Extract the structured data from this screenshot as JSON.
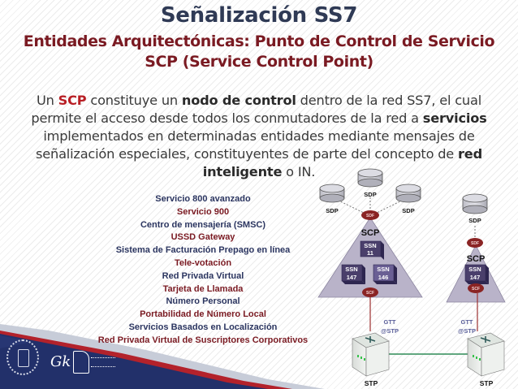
{
  "header": {
    "title": "Señalización SS7",
    "subtitle_line1": "Entidades Arquitectónicas: Punto de Control de Servicio",
    "subtitle_line2": "SCP (Service Control Point)"
  },
  "paragraph": {
    "p1": "Un ",
    "scp": "SCP",
    "p2": " constituye un ",
    "nodo": "nodo de control",
    "p3": " dentro de la red SS7, el cual permite el acceso desde todos los conmutadores de la red a ",
    "servicios": "servicios",
    "p4": " implementados en determinadas entidades mediante mensajes de señalización especiales, constituyentes de parte del concepto de ",
    "red_inteligente": "red inteligente",
    "p5": " o IN."
  },
  "services": [
    {
      "label": "Servicio 800 avanzado",
      "color": "blue"
    },
    {
      "label": "Servicio 900",
      "color": "red"
    },
    {
      "label": "Centro de mensajería (SMSC)",
      "color": "blue"
    },
    {
      "label": "USSD Gateway",
      "color": "red"
    },
    {
      "label": "Sistema de Facturación Prepago en línea",
      "color": "blue"
    },
    {
      "label": "Tele-votación",
      "color": "red"
    },
    {
      "label": "Red Privada Virtual",
      "color": "blue"
    },
    {
      "label": "Tarjeta de Llamada",
      "color": "red"
    },
    {
      "label": "Número Personal",
      "color": "blue"
    },
    {
      "label": "Portabilidad de Número Local",
      "color": "red"
    },
    {
      "label": "Servicios Basados en Localización",
      "color": "blue"
    },
    {
      "label": "Red Privada Virtual de Suscriptores Corporativos",
      "color": "red"
    }
  ],
  "diagram": {
    "left_cluster": {
      "sdp_left": "SDP",
      "sdp_top": "SDP",
      "sdp_right": "SDP",
      "sdf_badge": "SDF",
      "scp_label": "SCP",
      "ssn_top": {
        "line1": "SSN",
        "line2": "11"
      },
      "ssn_left": {
        "line1": "SSN",
        "line2": "147"
      },
      "ssn_right": {
        "line1": "SSN",
        "line2": "146"
      },
      "scf_badge": "SCF",
      "gtt_line1": "GTT",
      "gtt_line2": "@STP",
      "stp_label": "STP"
    },
    "right_cluster": {
      "sdp": "SDP",
      "sdf_badge": "SDF",
      "scp_label": "SCP",
      "ssn": {
        "line1": "SSN",
        "line2": "147"
      },
      "scf_badge": "SCF",
      "gtt_line1": "GTT",
      "gtt_line2": "@STP",
      "stp_label": "STP"
    }
  },
  "colors": {
    "title": "#2f3a55",
    "accent_red": "#7a1a22",
    "scp_triangle": "#b9b3c9",
    "ssn_box": "#4a3f6b",
    "badge": "#8a2424",
    "link_red": "#9c3030",
    "link_green": "#2e8b57",
    "footer_blue": "#22306a"
  }
}
